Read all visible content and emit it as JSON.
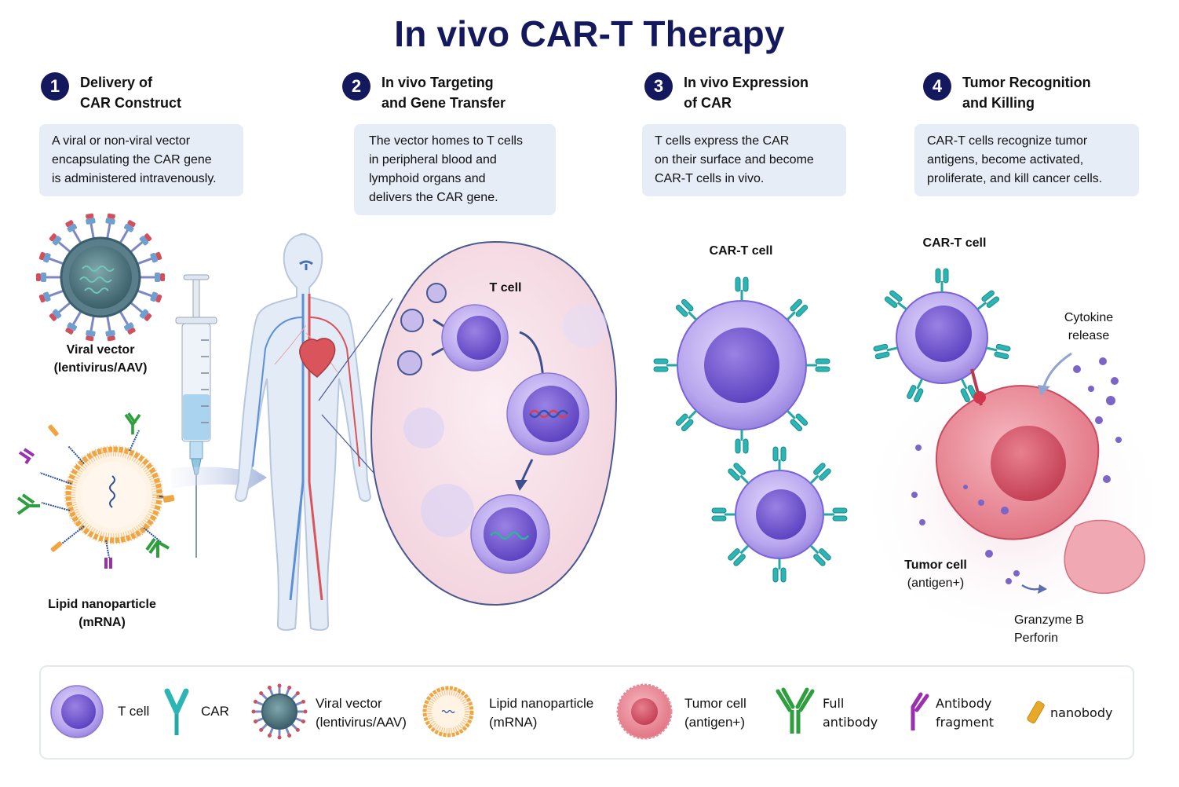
{
  "title": "In vivo CAR-T Therapy",
  "steps": [
    {
      "number": "1",
      "title": "Delivery of\nCAR Construct",
      "description": "A viral or non-viral vector\nencapsulating the CAR gene\nis administered intravenously."
    },
    {
      "number": "2",
      "title": "In vivo Targeting\nand Gene Transfer",
      "description": "The vector homes to T cells\nin peripheral blood and\nlymphoid organs and\ndelivers the CAR gene."
    },
    {
      "number": "3",
      "title": "In vivo Expression\nof CAR",
      "description": "T cells express the CAR\non their surface and become\nCAR-T cells in vivo."
    },
    {
      "number": "4",
      "title": "Tumor Recognition\nand Killing",
      "description": "CAR-T cells recognize tumor\nantigens, become activated,\nproliferate, and kill cancer cells."
    }
  ],
  "illustration_labels": {
    "viral_vector": "Viral vector\n(lentivirus/AAV)",
    "lipid_nanoparticle": "Lipid nanoparticle\n(mRNA)",
    "t_cell": "T cell",
    "car_t_cell_step3": "CAR-T cell",
    "car_t_cell_step4": "CAR-T cell",
    "cytokine_release": "Cytokine\nrelease",
    "tumor_cell": "Tumor cell",
    "tumor_cell_sub": "(antigen+)",
    "granzyme": "Granzyme B\nPerforin"
  },
  "legend": {
    "items": [
      {
        "icon": "t-cell-icon",
        "label": "T cell"
      },
      {
        "icon": "car-icon",
        "label": "CAR"
      },
      {
        "icon": "viral-vector-icon",
        "label": "Viral vector\n(lentivirus/AAV)"
      },
      {
        "icon": "lipid-nanoparticle-icon",
        "label": "Lipid nanoparticle\n(mRNA)"
      },
      {
        "icon": "tumor-cell-icon",
        "label": "Tumor cell\n(antigen+)"
      },
      {
        "icon": "full-antibody-icon",
        "label": "Full\nantibody"
      },
      {
        "icon": "antibody-fragment-icon",
        "label": "Antibody\nfragment"
      },
      {
        "icon": "nanobody-icon",
        "label": "nanobody"
      }
    ]
  },
  "colors": {
    "title": "#14195e",
    "step_badge": "#14195e",
    "desc_box": "#e6edf6",
    "t_cell": "#9b8ae0",
    "car": "#2bb5b5",
    "tumor": "#e06a7c",
    "lnp": "#f0a540",
    "full_antibody": "#2e9e3e",
    "antibody_fragment": "#9a2fb0",
    "nanobody": "#e8a828"
  }
}
